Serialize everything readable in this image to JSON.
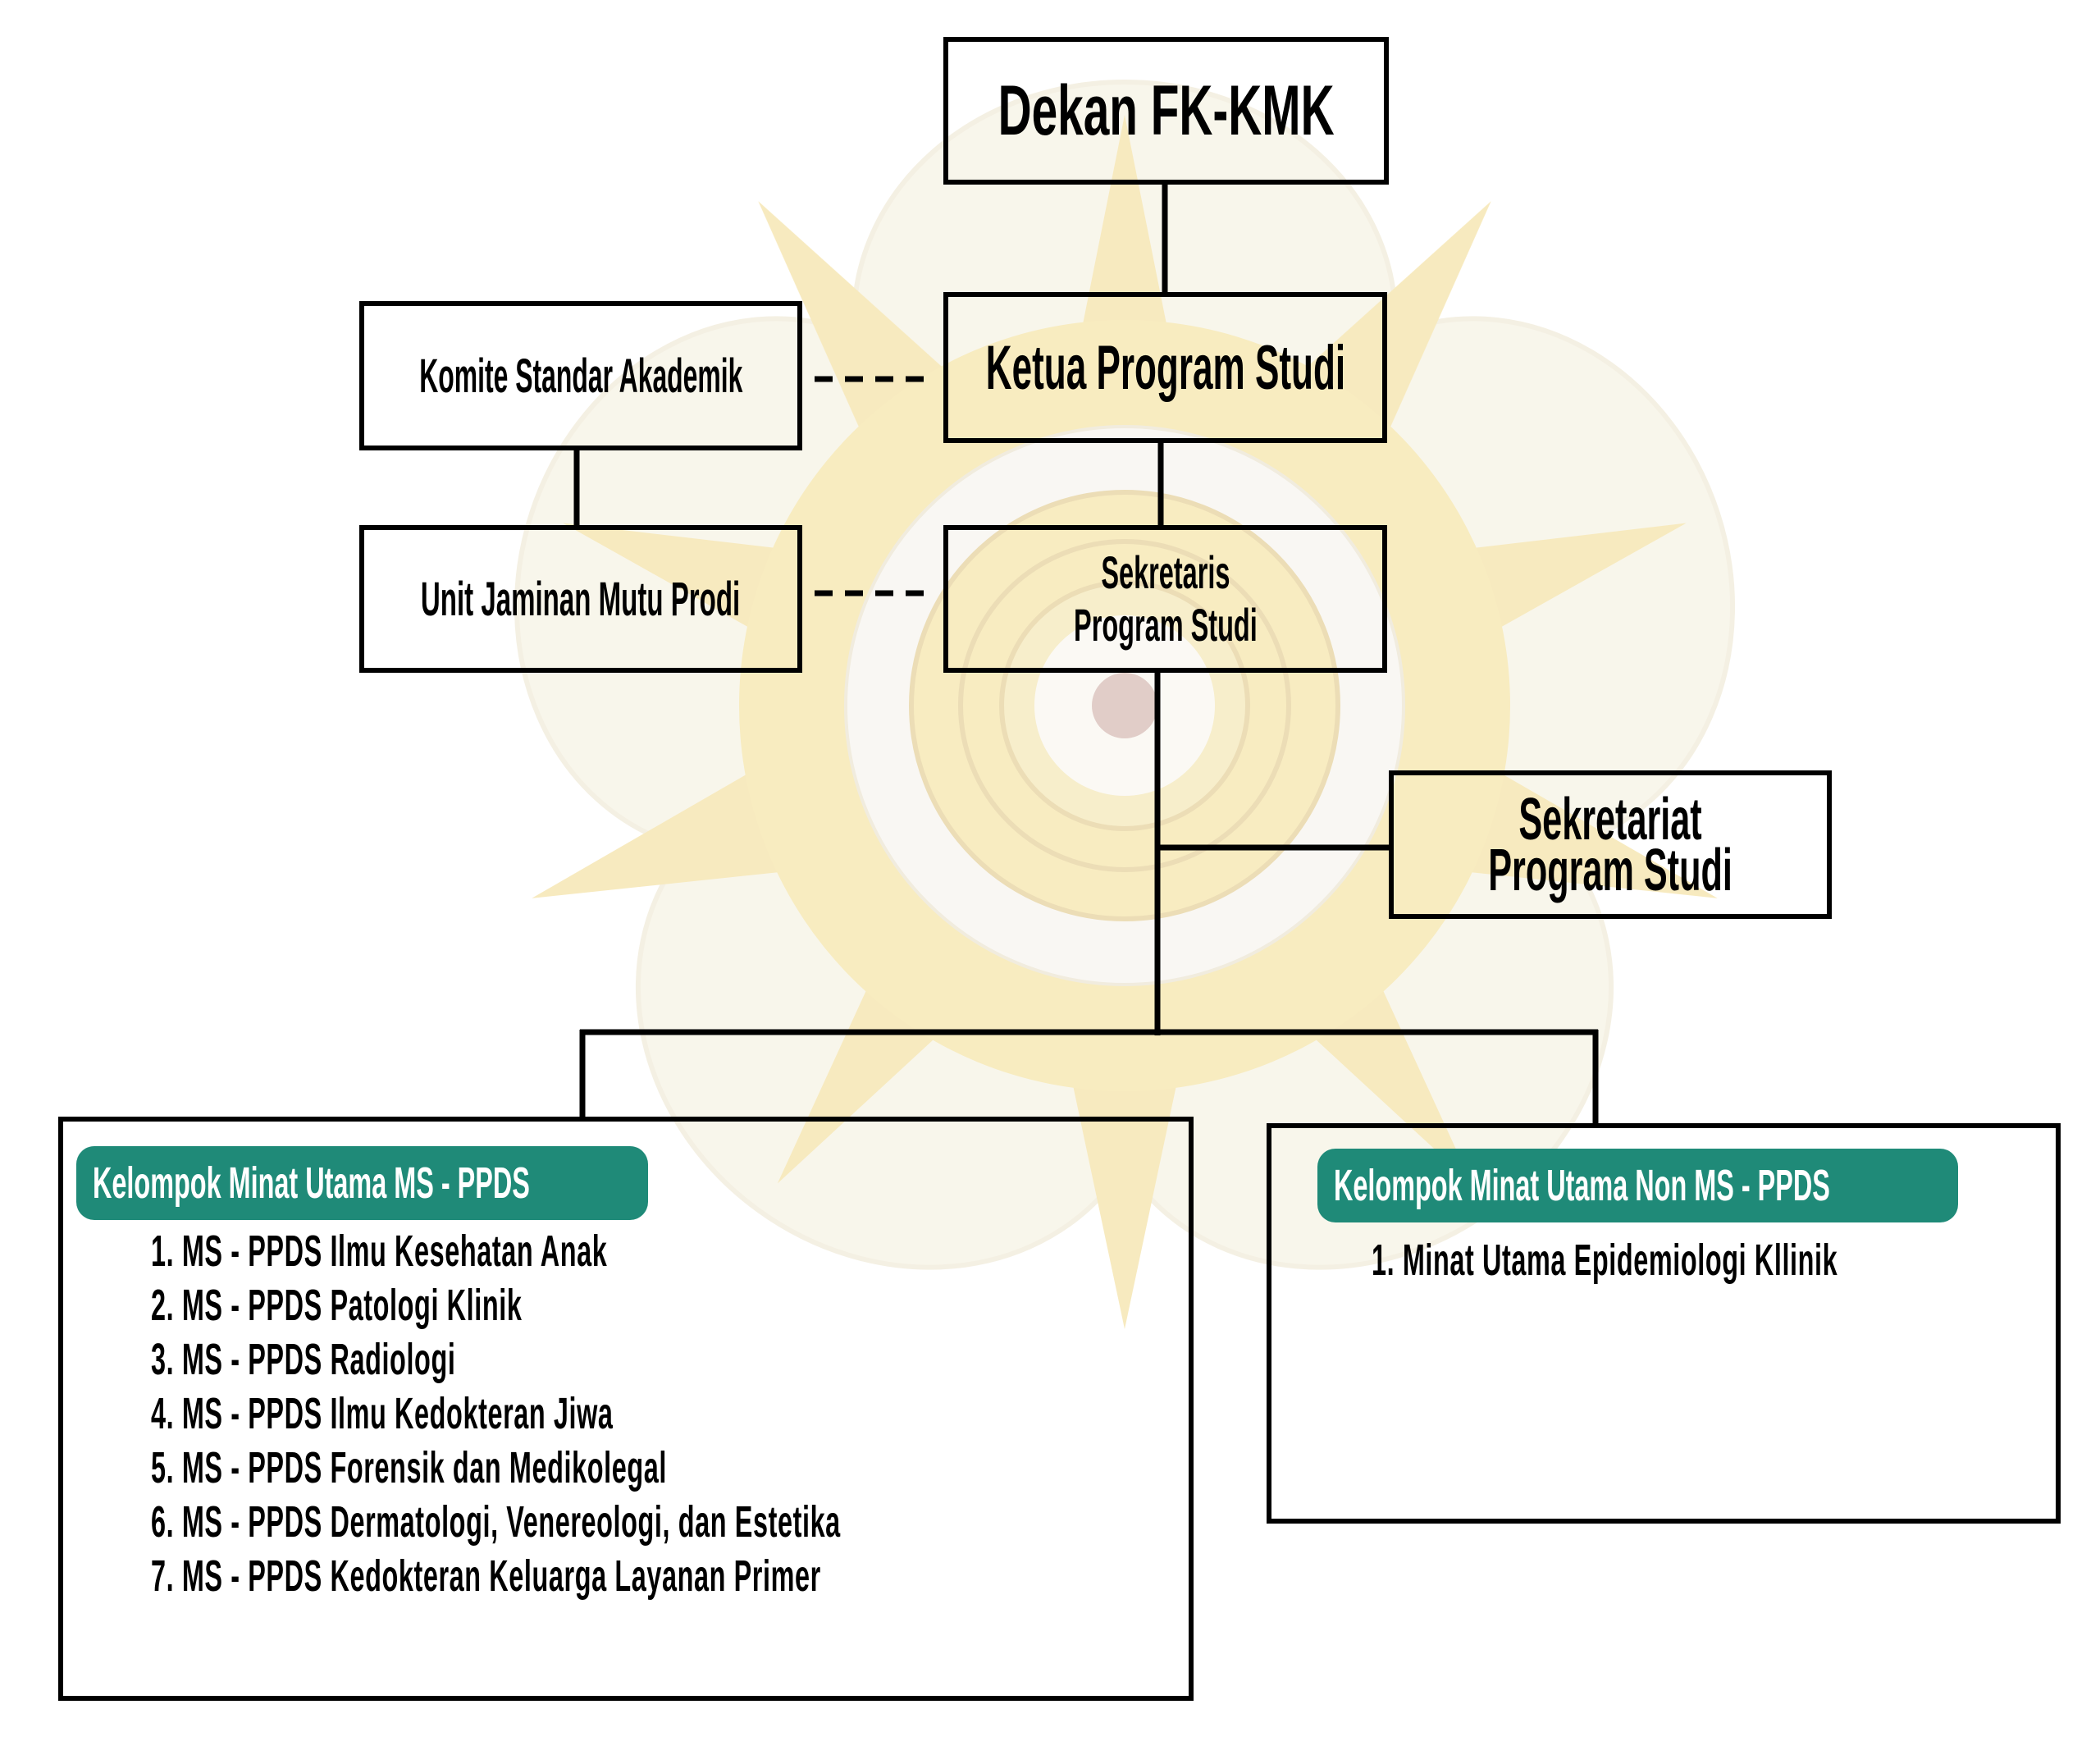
{
  "diagram": {
    "type": "organization-chart",
    "background_logo": "university-emblem-watermark",
    "colors": {
      "line": "#000000",
      "box_border": "#000000",
      "badge_bg": "#1F8A78",
      "badge_text": "#FFFFFF",
      "text": "#000000"
    },
    "nodes": {
      "dekan": {
        "label": "Dekan FK-KMK"
      },
      "ketua": {
        "label": "Ketua Program Studi"
      },
      "komite": {
        "label": "Komite Standar Akademik"
      },
      "unit_jaminan": {
        "label": "Unit Jaminan Mutu Prodi"
      },
      "sekretaris": {
        "line1": "Sekretaris",
        "line2": "Program Studi"
      },
      "sekretariat": {
        "line1": "Sekretariat",
        "line2": "Program Studi"
      }
    },
    "groups": {
      "ms_ppds": {
        "title": "Kelompok Minat Utama MS - PPDS",
        "items": [
          "1.  MS - PPDS Ilmu Kesehatan Anak",
          "2. MS - PPDS Patologi Klinik",
          "3. MS - PPDS Radiologi",
          "4. MS - PPDS Ilmu Kedokteran Jiwa",
          "5. MS - PPDS Forensik dan Medikolegal",
          "6. MS - PPDS Dermatologi, Venereologi,  dan Estetika",
          "7. MS - PPDS Kedokteran Keluarga Layanan Primer"
        ]
      },
      "non_ms_ppds": {
        "title": "Kelompok Minat Utama Non MS - PPDS",
        "items": [
          "1. Minat Utama Epidemiologi Kllinik"
        ]
      }
    },
    "edges": [
      {
        "from": "dekan",
        "to": "ketua",
        "style": "solid"
      },
      {
        "from": "ketua",
        "to": "sekretaris",
        "style": "solid"
      },
      {
        "from": "komite",
        "to": "ketua",
        "style": "dashed"
      },
      {
        "from": "komite",
        "to": "unit_jaminan",
        "style": "solid"
      },
      {
        "from": "unit_jaminan",
        "to": "sekretaris",
        "style": "dashed"
      },
      {
        "from": "sekretaris",
        "to": "sekretariat",
        "style": "solid"
      },
      {
        "from": "sekretaris",
        "to": "ms_ppds",
        "style": "solid"
      },
      {
        "from": "sekretaris",
        "to": "non_ms_ppds",
        "style": "solid"
      }
    ]
  }
}
